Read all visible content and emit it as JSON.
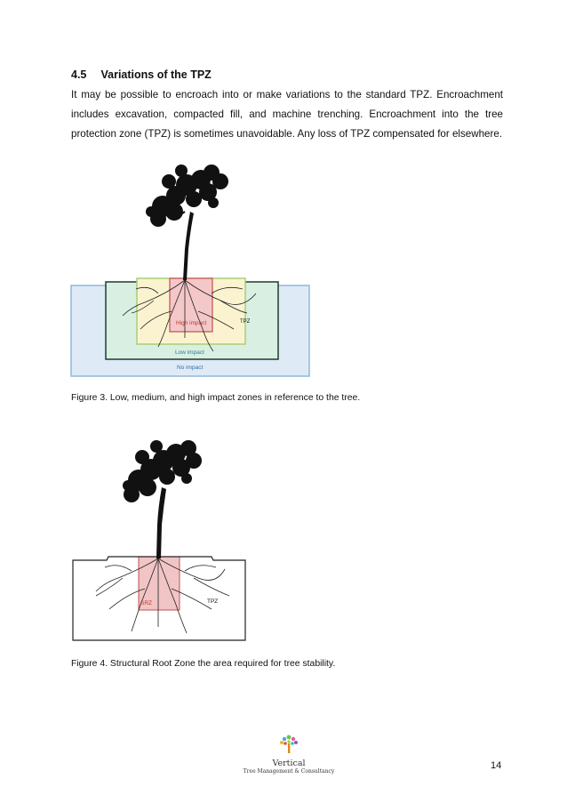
{
  "section": {
    "number": "4.5",
    "title": "Variations of the TPZ",
    "paragraph": "It may be possible to encroach into or make variations to the standard TPZ. Encroachment includes excavation, compacted fill, and machine trenching. Encroachment into the tree protection zone (TPZ) is sometimes unavoidable. Any loss of TPZ compensated for elsewhere."
  },
  "figure3": {
    "labels": {
      "high": "High impact",
      "tpz": "TPZ",
      "low": "Low impact",
      "none": "No impact"
    },
    "colors": {
      "no_impact": "#deebf7",
      "low_impact": "#d9efe2",
      "medium_impact": "#fbf3cf",
      "high_impact": "#f4c7c9"
    },
    "caption": "Figure 3. Low, medium, and high impact zones in reference to the tree."
  },
  "figure4": {
    "labels": {
      "srz": "SRZ",
      "tpz": "TPZ"
    },
    "colors": {
      "srz": "#f1c4c5"
    },
    "caption": "Figure 4. Structural Root Zone the area required for tree stability."
  },
  "footer": {
    "brand": "Vertical",
    "tagline": "Tree Management & Consultancy",
    "page_number": "14",
    "logo_icon": "tree-logo-icon"
  }
}
